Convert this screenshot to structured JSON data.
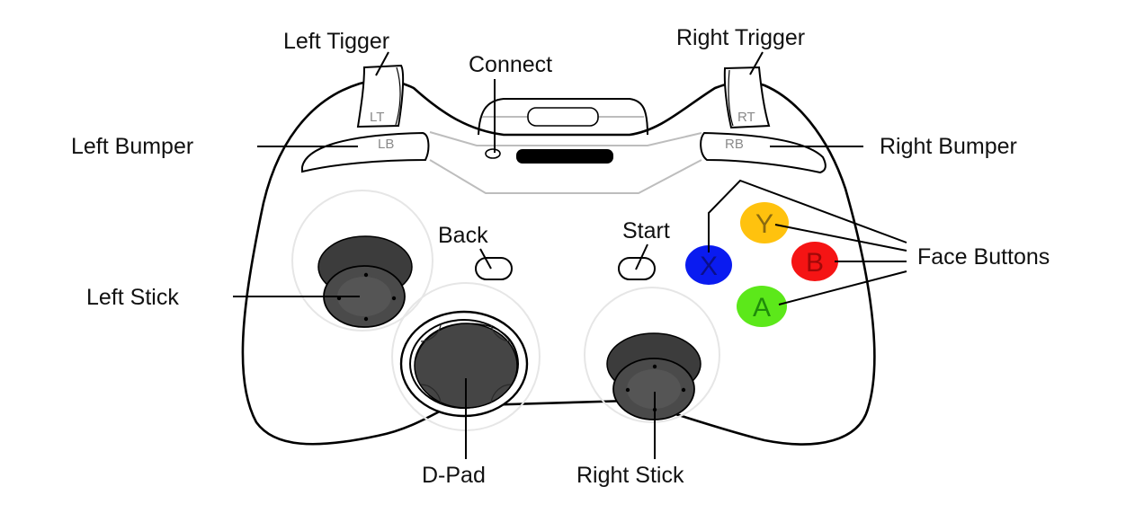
{
  "diagram": {
    "title": "Game controller layout",
    "labels": {
      "left_trigger": "Left Tigger",
      "right_trigger": "Right Trigger",
      "connect": "Connect",
      "left_bumper": "Left Bumper",
      "right_bumper": "Right Bumper",
      "back": "Back",
      "start": "Start",
      "face_buttons": "Face Buttons",
      "left_stick": "Left Stick",
      "d_pad": "D-Pad",
      "right_stick": "Right Stick"
    },
    "button_marks": {
      "lt": "LT",
      "rt": "RT",
      "lb": "LB",
      "rb": "RB"
    },
    "face_buttons": [
      {
        "key": "x",
        "letter": "X",
        "color": "#0a1bf0",
        "text_color": "#0a0f8a"
      },
      {
        "key": "y",
        "letter": "Y",
        "color": "#ffc20e",
        "text_color": "#8a6a10"
      },
      {
        "key": "b",
        "letter": "B",
        "color": "#f51414",
        "text_color": "#a00808"
      },
      {
        "key": "a",
        "letter": "A",
        "color": "#5ce81a",
        "text_color": "#1f8c0a"
      }
    ],
    "colors": {
      "stick_dark": "#3c3c3c",
      "stick_top": "#4a4a4a",
      "stick_center": "#555555",
      "outline": "#000000",
      "inner_trim": "#bdbdbd"
    }
  }
}
